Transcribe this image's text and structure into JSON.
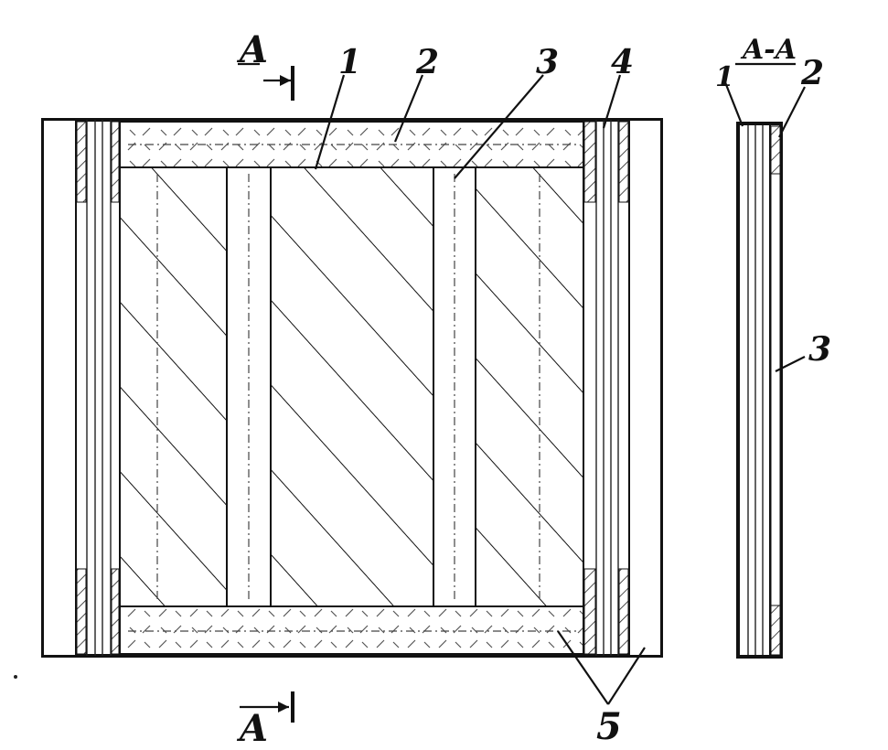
{
  "section": {
    "mark_top": "A",
    "mark_bottom": "A",
    "view_title": "A-A"
  },
  "callouts": {
    "c1": "1",
    "c2": "2",
    "c3": "3",
    "c4": "4",
    "c5": "5"
  },
  "side_view_callouts": {
    "c1": "1",
    "c2": "2",
    "c3": "3"
  }
}
